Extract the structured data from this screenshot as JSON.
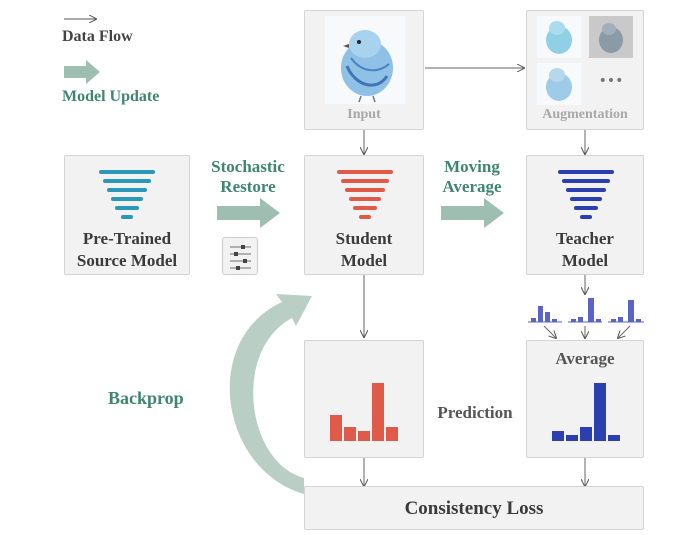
{
  "legend": {
    "data_flow": "Data Flow",
    "model_update": "Model Update"
  },
  "labels": {
    "input": "Input",
    "augmentation": "Augmentation",
    "pretrained_line1": "Pre-Trained",
    "pretrained_line2": "Source Model",
    "student_line1": "Student",
    "student_line2": "Model",
    "teacher_line1": "Teacher",
    "teacher_line2": "Model",
    "stochastic_line1": "Stochastic",
    "stochastic_line2": "Restore",
    "moving_line1": "Moving",
    "moving_line2": "Average",
    "backprop": "Backprop",
    "prediction": "Prediction",
    "average": "Average",
    "consistency_loss": "Consistency Loss",
    "ellipsis": "•••"
  },
  "colors": {
    "source": "#2a98b8",
    "student": "#e05a4a",
    "teacher": "#2b3fb0",
    "accent_green": "#3f8570",
    "arrow_fill": "#9fbeb2",
    "box_bg": "#f2f2f2",
    "box_border": "#d4d4d4"
  }
}
